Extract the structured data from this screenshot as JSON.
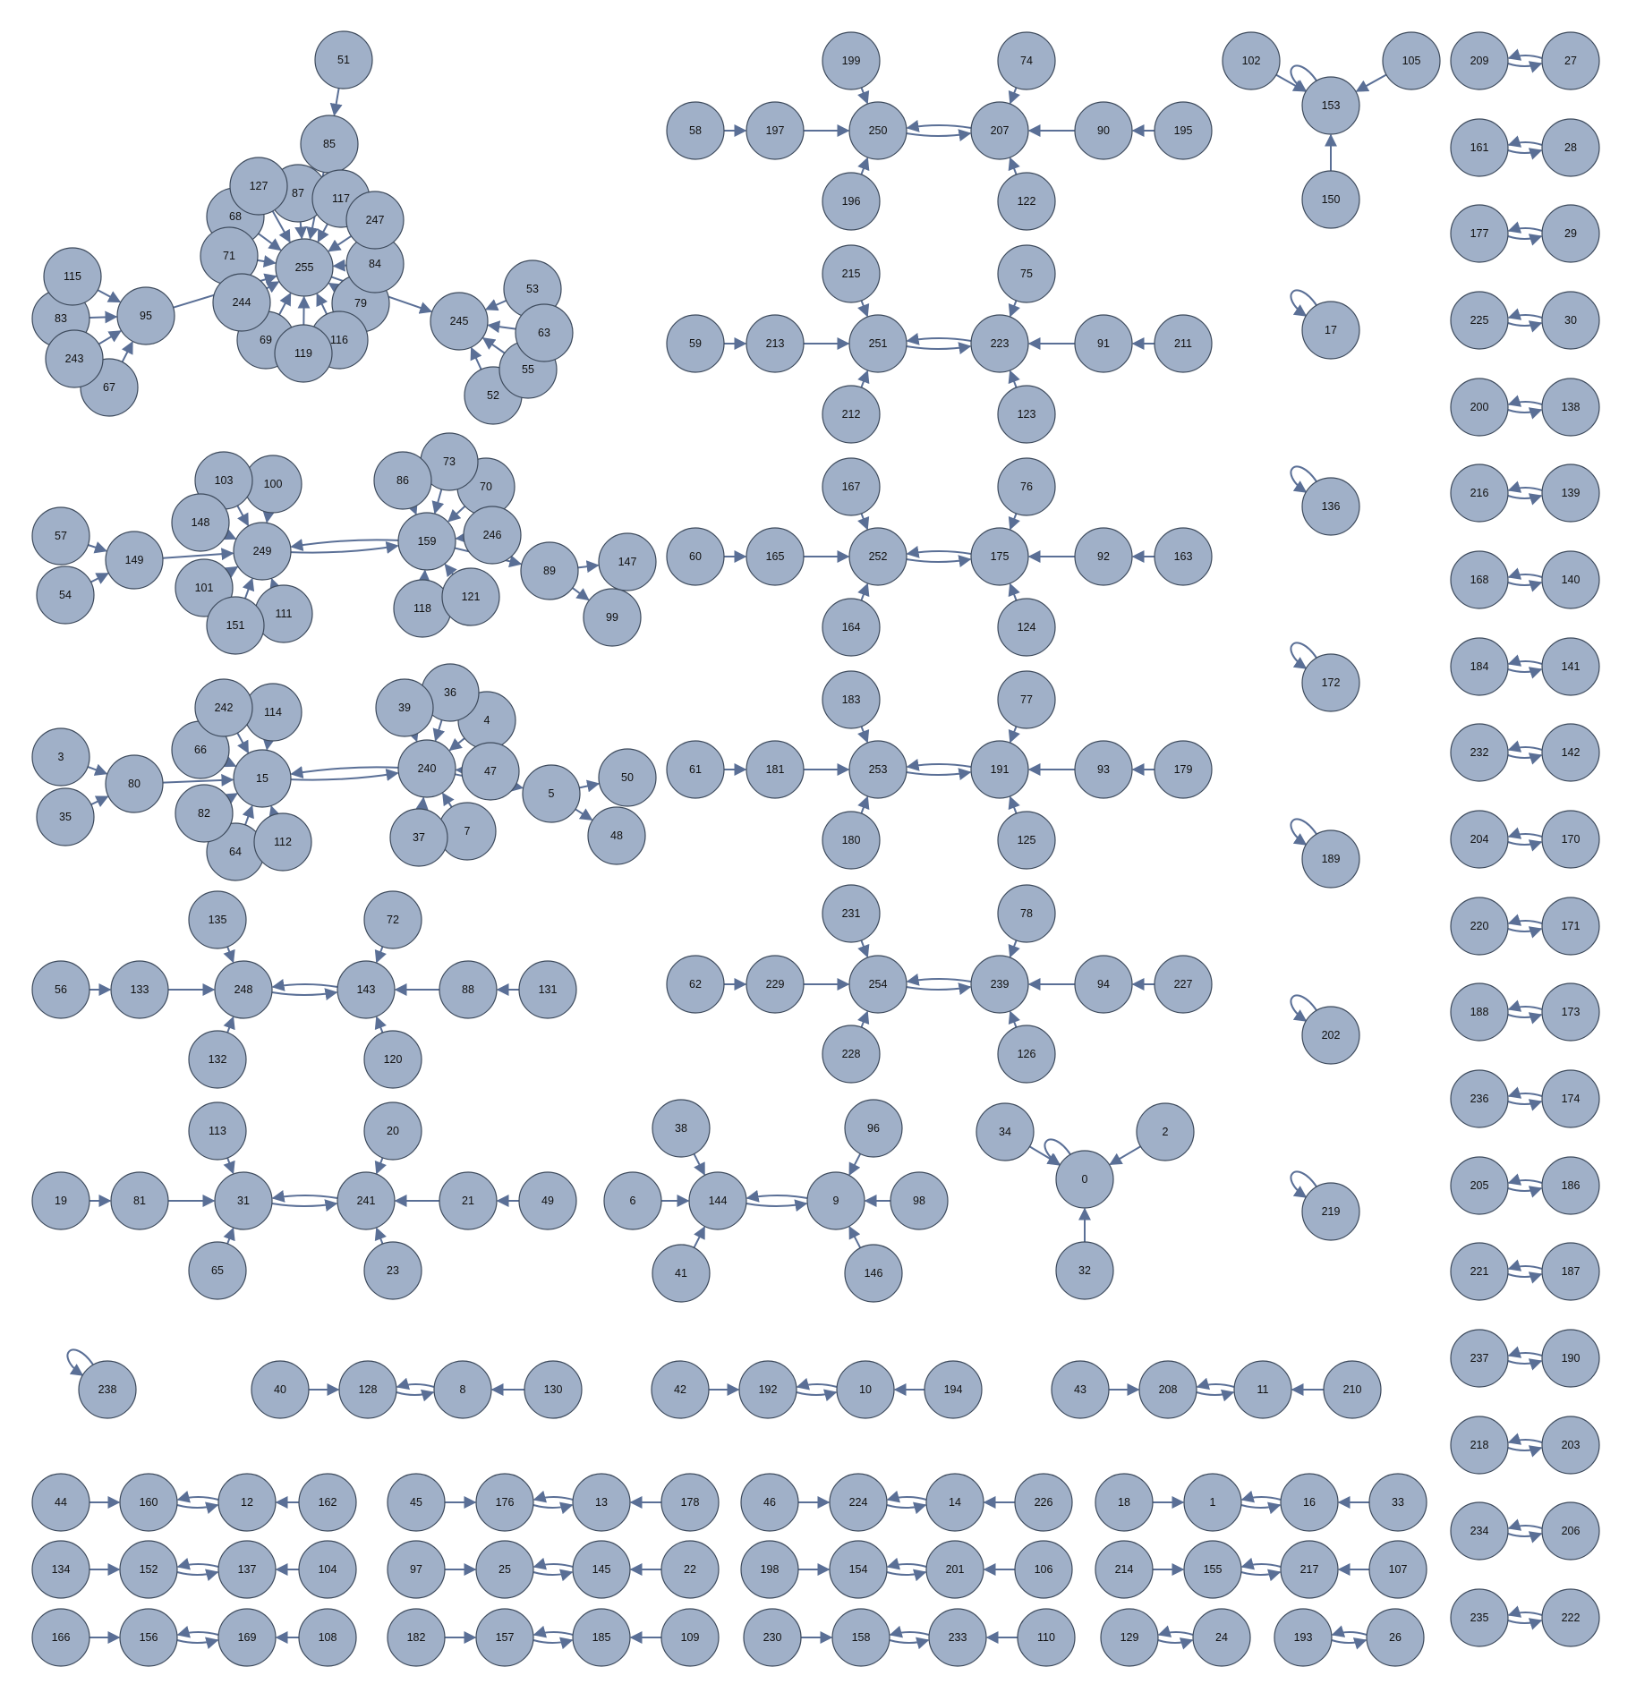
{
  "graph": {
    "node_fill": "#a0b0c8",
    "node_stroke": "#3d4a5c",
    "edge_color": "#5a6f96",
    "background": "#ffffff",
    "nodes": [
      "0",
      "1",
      "2",
      "3",
      "4",
      "5",
      "6",
      "7",
      "8",
      "9",
      "10",
      "11",
      "12",
      "13",
      "14",
      "15",
      "16",
      "17",
      "18",
      "19",
      "20",
      "21",
      "22",
      "23",
      "24",
      "25",
      "26",
      "27",
      "28",
      "29",
      "30",
      "31",
      "32",
      "33",
      "34",
      "35",
      "36",
      "37",
      "38",
      "39",
      "40",
      "41",
      "42",
      "43",
      "44",
      "45",
      "46",
      "47",
      "48",
      "49",
      "50",
      "51",
      "52",
      "53",
      "54",
      "55",
      "56",
      "57",
      "58",
      "59",
      "60",
      "61",
      "62",
      "63",
      "64",
      "65",
      "66",
      "67",
      "68",
      "69",
      "70",
      "71",
      "72",
      "73",
      "74",
      "75",
      "76",
      "77",
      "78",
      "79",
      "80",
      "81",
      "82",
      "83",
      "84",
      "85",
      "86",
      "87",
      "88",
      "89",
      "90",
      "91",
      "92",
      "93",
      "94",
      "95",
      "96",
      "97",
      "98",
      "99",
      "100",
      "101",
      "102",
      "103",
      "104",
      "105",
      "106",
      "107",
      "108",
      "109",
      "110",
      "111",
      "112",
      "113",
      "114",
      "115",
      "116",
      "117",
      "118",
      "119",
      "120",
      "121",
      "122",
      "123",
      "124",
      "125",
      "126",
      "127",
      "128",
      "129",
      "130",
      "131",
      "132",
      "133",
      "134",
      "135",
      "136",
      "137",
      "138",
      "139",
      "140",
      "141",
      "142",
      "143",
      "144",
      "145",
      "146",
      "147",
      "148",
      "149",
      "150",
      "151",
      "152",
      "153",
      "154",
      "155",
      "156",
      "157",
      "158",
      "159",
      "160",
      "161",
      "162",
      "163",
      "164",
      "165",
      "166",
      "167",
      "168",
      "169",
      "170",
      "171",
      "172",
      "173",
      "174",
      "175",
      "176",
      "177",
      "178",
      "179",
      "180",
      "181",
      "182",
      "183",
      "184",
      "185",
      "186",
      "187",
      "188",
      "189",
      "190",
      "191",
      "192",
      "193",
      "194",
      "195",
      "196",
      "197",
      "198",
      "199",
      "200",
      "201",
      "202",
      "203",
      "204",
      "205",
      "206",
      "207",
      "208",
      "209",
      "210",
      "211",
      "212",
      "213",
      "214",
      "215",
      "216",
      "217",
      "218",
      "219",
      "220",
      "221",
      "222",
      "223",
      "224",
      "225",
      "226",
      "227",
      "228",
      "229",
      "230",
      "231",
      "232",
      "233",
      "234",
      "235",
      "236",
      "237",
      "238",
      "239",
      "240",
      "241",
      "242",
      "243",
      "244",
      "245",
      "246",
      "247",
      "248",
      "249",
      "250",
      "251",
      "252",
      "253",
      "254",
      "255"
    ],
    "edges": [
      [
        "51",
        "85"
      ],
      [
        "85",
        "255"
      ],
      [
        "87",
        "255"
      ],
      [
        "117",
        "255"
      ],
      [
        "247",
        "255"
      ],
      [
        "84",
        "255"
      ],
      [
        "79",
        "255"
      ],
      [
        "116",
        "255"
      ],
      [
        "119",
        "255"
      ],
      [
        "69",
        "255"
      ],
      [
        "244",
        "255"
      ],
      [
        "71",
        "255"
      ],
      [
        "68",
        "255"
      ],
      [
        "127",
        "255"
      ],
      [
        "115",
        "95"
      ],
      [
        "83",
        "95"
      ],
      [
        "243",
        "95"
      ],
      [
        "67",
        "95"
      ],
      [
        "95",
        "255"
      ],
      [
        "255",
        "245"
      ],
      [
        "53",
        "245"
      ],
      [
        "63",
        "245"
      ],
      [
        "55",
        "245"
      ],
      [
        "52",
        "245"
      ],
      [
        "57",
        "149"
      ],
      [
        "54",
        "149"
      ],
      [
        "149",
        "249"
      ],
      [
        "103",
        "249"
      ],
      [
        "100",
        "249"
      ],
      [
        "148",
        "249"
      ],
      [
        "101",
        "249"
      ],
      [
        "151",
        "249"
      ],
      [
        "111",
        "249"
      ],
      [
        "249",
        "159"
      ],
      [
        "159",
        "249"
      ],
      [
        "86",
        "159"
      ],
      [
        "73",
        "159"
      ],
      [
        "70",
        "159"
      ],
      [
        "246",
        "159"
      ],
      [
        "118",
        "159"
      ],
      [
        "121",
        "159"
      ],
      [
        "159",
        "89"
      ],
      [
        "89",
        "147"
      ],
      [
        "89",
        "99"
      ],
      [
        "3",
        "80"
      ],
      [
        "35",
        "80"
      ],
      [
        "80",
        "15"
      ],
      [
        "242",
        "15"
      ],
      [
        "114",
        "15"
      ],
      [
        "66",
        "15"
      ],
      [
        "82",
        "15"
      ],
      [
        "64",
        "15"
      ],
      [
        "112",
        "15"
      ],
      [
        "15",
        "240"
      ],
      [
        "240",
        "15"
      ],
      [
        "39",
        "240"
      ],
      [
        "36",
        "240"
      ],
      [
        "4",
        "240"
      ],
      [
        "47",
        "240"
      ],
      [
        "37",
        "240"
      ],
      [
        "7",
        "240"
      ],
      [
        "240",
        "5"
      ],
      [
        "5",
        "50"
      ],
      [
        "5",
        "48"
      ],
      [
        "56",
        "133"
      ],
      [
        "133",
        "248"
      ],
      [
        "135",
        "248"
      ],
      [
        "132",
        "248"
      ],
      [
        "248",
        "143"
      ],
      [
        "143",
        "248"
      ],
      [
        "72",
        "143"
      ],
      [
        "120",
        "143"
      ],
      [
        "88",
        "143"
      ],
      [
        "131",
        "88"
      ],
      [
        "19",
        "81"
      ],
      [
        "81",
        "31"
      ],
      [
        "113",
        "31"
      ],
      [
        "65",
        "31"
      ],
      [
        "31",
        "241"
      ],
      [
        "241",
        "31"
      ],
      [
        "20",
        "241"
      ],
      [
        "23",
        "241"
      ],
      [
        "21",
        "241"
      ],
      [
        "49",
        "21"
      ],
      [
        "58",
        "197"
      ],
      [
        "197",
        "250"
      ],
      [
        "199",
        "250"
      ],
      [
        "196",
        "250"
      ],
      [
        "250",
        "207"
      ],
      [
        "207",
        "250"
      ],
      [
        "74",
        "207"
      ],
      [
        "122",
        "207"
      ],
      [
        "90",
        "207"
      ],
      [
        "195",
        "90"
      ],
      [
        "59",
        "213"
      ],
      [
        "213",
        "251"
      ],
      [
        "215",
        "251"
      ],
      [
        "212",
        "251"
      ],
      [
        "251",
        "223"
      ],
      [
        "223",
        "251"
      ],
      [
        "75",
        "223"
      ],
      [
        "123",
        "223"
      ],
      [
        "91",
        "223"
      ],
      [
        "211",
        "91"
      ],
      [
        "60",
        "165"
      ],
      [
        "165",
        "252"
      ],
      [
        "167",
        "252"
      ],
      [
        "164",
        "252"
      ],
      [
        "252",
        "175"
      ],
      [
        "175",
        "252"
      ],
      [
        "76",
        "175"
      ],
      [
        "124",
        "175"
      ],
      [
        "92",
        "175"
      ],
      [
        "163",
        "92"
      ],
      [
        "61",
        "181"
      ],
      [
        "181",
        "253"
      ],
      [
        "183",
        "253"
      ],
      [
        "180",
        "253"
      ],
      [
        "253",
        "191"
      ],
      [
        "191",
        "253"
      ],
      [
        "77",
        "191"
      ],
      [
        "125",
        "191"
      ],
      [
        "93",
        "191"
      ],
      [
        "179",
        "93"
      ],
      [
        "62",
        "229"
      ],
      [
        "229",
        "254"
      ],
      [
        "231",
        "254"
      ],
      [
        "228",
        "254"
      ],
      [
        "254",
        "239"
      ],
      [
        "239",
        "254"
      ],
      [
        "78",
        "239"
      ],
      [
        "126",
        "239"
      ],
      [
        "94",
        "239"
      ],
      [
        "227",
        "94"
      ],
      [
        "6",
        "144"
      ],
      [
        "38",
        "144"
      ],
      [
        "41",
        "144"
      ],
      [
        "144",
        "9"
      ],
      [
        "9",
        "144"
      ],
      [
        "96",
        "9"
      ],
      [
        "98",
        "9"
      ],
      [
        "146",
        "9"
      ],
      [
        "34",
        "0"
      ],
      [
        "2",
        "0"
      ],
      [
        "32",
        "0"
      ],
      [
        "0",
        "0"
      ],
      [
        "102",
        "153"
      ],
      [
        "105",
        "153"
      ],
      [
        "150",
        "153"
      ],
      [
        "153",
        "153"
      ],
      [
        "17",
        "17"
      ],
      [
        "136",
        "136"
      ],
      [
        "172",
        "172"
      ],
      [
        "189",
        "189"
      ],
      [
        "202",
        "202"
      ],
      [
        "219",
        "219"
      ],
      [
        "238",
        "238"
      ],
      [
        "40",
        "128"
      ],
      [
        "128",
        "8"
      ],
      [
        "8",
        "128"
      ],
      [
        "130",
        "8"
      ],
      [
        "42",
        "192"
      ],
      [
        "192",
        "10"
      ],
      [
        "10",
        "192"
      ],
      [
        "194",
        "10"
      ],
      [
        "43",
        "208"
      ],
      [
        "208",
        "11"
      ],
      [
        "11",
        "208"
      ],
      [
        "210",
        "11"
      ],
      [
        "44",
        "160"
      ],
      [
        "160",
        "12"
      ],
      [
        "12",
        "160"
      ],
      [
        "162",
        "12"
      ],
      [
        "45",
        "176"
      ],
      [
        "176",
        "13"
      ],
      [
        "13",
        "176"
      ],
      [
        "178",
        "13"
      ],
      [
        "46",
        "224"
      ],
      [
        "224",
        "14"
      ],
      [
        "14",
        "224"
      ],
      [
        "226",
        "14"
      ],
      [
        "18",
        "1"
      ],
      [
        "1",
        "16"
      ],
      [
        "16",
        "1"
      ],
      [
        "33",
        "16"
      ],
      [
        "134",
        "152"
      ],
      [
        "152",
        "137"
      ],
      [
        "137",
        "152"
      ],
      [
        "104",
        "137"
      ],
      [
        "97",
        "25"
      ],
      [
        "25",
        "145"
      ],
      [
        "145",
        "25"
      ],
      [
        "22",
        "145"
      ],
      [
        "198",
        "154"
      ],
      [
        "154",
        "201"
      ],
      [
        "201",
        "154"
      ],
      [
        "106",
        "201"
      ],
      [
        "214",
        "155"
      ],
      [
        "155",
        "217"
      ],
      [
        "217",
        "155"
      ],
      [
        "107",
        "217"
      ],
      [
        "166",
        "156"
      ],
      [
        "156",
        "169"
      ],
      [
        "169",
        "156"
      ],
      [
        "108",
        "169"
      ],
      [
        "182",
        "157"
      ],
      [
        "157",
        "185"
      ],
      [
        "185",
        "157"
      ],
      [
        "109",
        "185"
      ],
      [
        "230",
        "158"
      ],
      [
        "158",
        "233"
      ],
      [
        "233",
        "158"
      ],
      [
        "110",
        "233"
      ],
      [
        "129",
        "24"
      ],
      [
        "24",
        "129"
      ],
      [
        "193",
        "26"
      ],
      [
        "26",
        "193"
      ],
      [
        "209",
        "27"
      ],
      [
        "27",
        "209"
      ],
      [
        "161",
        "28"
      ],
      [
        "28",
        "161"
      ],
      [
        "177",
        "29"
      ],
      [
        "29",
        "177"
      ],
      [
        "225",
        "30"
      ],
      [
        "30",
        "225"
      ],
      [
        "200",
        "138"
      ],
      [
        "138",
        "200"
      ],
      [
        "216",
        "139"
      ],
      [
        "139",
        "216"
      ],
      [
        "168",
        "140"
      ],
      [
        "140",
        "168"
      ],
      [
        "184",
        "141"
      ],
      [
        "141",
        "184"
      ],
      [
        "232",
        "142"
      ],
      [
        "142",
        "232"
      ],
      [
        "204",
        "170"
      ],
      [
        "170",
        "204"
      ],
      [
        "220",
        "171"
      ],
      [
        "171",
        "220"
      ],
      [
        "188",
        "173"
      ],
      [
        "173",
        "188"
      ],
      [
        "236",
        "174"
      ],
      [
        "174",
        "236"
      ],
      [
        "205",
        "186"
      ],
      [
        "186",
        "205"
      ],
      [
        "221",
        "187"
      ],
      [
        "187",
        "221"
      ],
      [
        "237",
        "190"
      ],
      [
        "190",
        "237"
      ],
      [
        "218",
        "203"
      ],
      [
        "203",
        "218"
      ],
      [
        "234",
        "206"
      ],
      [
        "206",
        "234"
      ],
      [
        "235",
        "222"
      ],
      [
        "222",
        "235"
      ]
    ]
  }
}
